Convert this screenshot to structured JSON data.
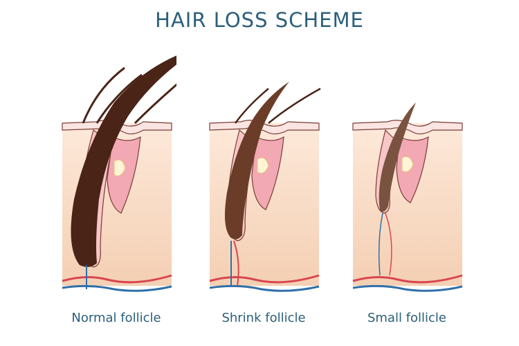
{
  "title": "HAIR LOSS SCHEME",
  "colors": {
    "title_text": "#2b5f7a",
    "skin_top": "#fbe7d6",
    "skin_bottom": "#f6d2b8",
    "follicle_pink": "#f2b3b9",
    "hair_normal": "#4a2416",
    "hair_shrink": "#6b3d28",
    "hair_small": "#7a5240",
    "artery": "#d9454f",
    "vein": "#2f6fa8"
  },
  "panels": [
    {
      "caption": "Normal follicle"
    },
    {
      "caption": "Shrink follicle"
    },
    {
      "caption": "Small follicle"
    }
  ]
}
